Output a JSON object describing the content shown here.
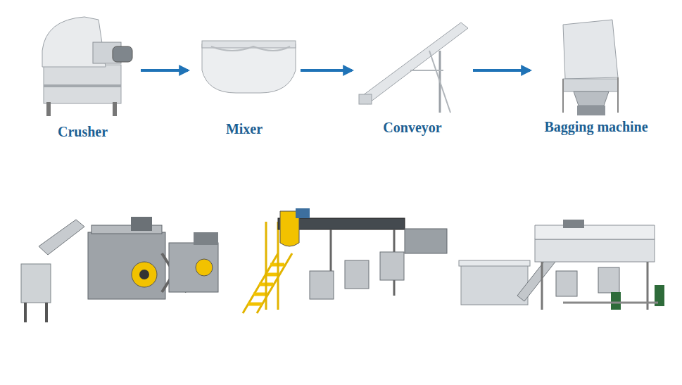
{
  "diagram": {
    "nodes": [
      {
        "text": [
          "Crusher"
        ]
      },
      {
        "text": [
          "Mixer"
        ]
      },
      {
        "text": [
          "Conveyor"
        ]
      },
      {
        "text": [
          "Bagging machine"
        ]
      }
    ],
    "edges": [
      {
        "from": 0,
        "to": 1,
        "arrow": "to"
      },
      {
        "from": 1,
        "to": 2,
        "arrow": "to"
      },
      {
        "from": 2,
        "to": 3,
        "arrow": "to"
      }
    ]
  }
}
